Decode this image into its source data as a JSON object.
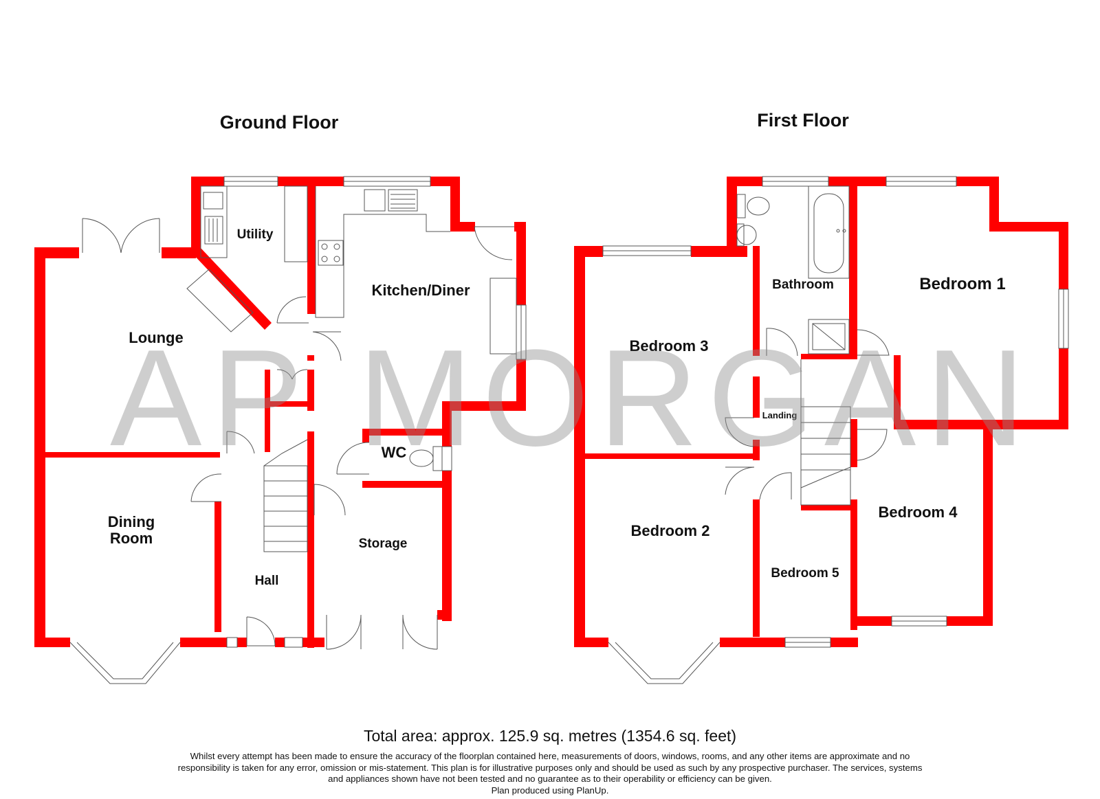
{
  "floors": {
    "ground": {
      "title": "Ground Floor"
    },
    "first": {
      "title": "First Floor"
    }
  },
  "rooms": {
    "lounge": "Lounge",
    "utility": "Utility",
    "kitchen": "Kitchen/Diner",
    "dining_line1": "Dining",
    "dining_line2": "Room",
    "hall": "Hall",
    "wc": "WC",
    "storage": "Storage",
    "bathroom": "Bathroom",
    "bedroom1": "Bedroom 1",
    "bedroom2": "Bedroom 2",
    "bedroom3": "Bedroom 3",
    "bedroom4": "Bedroom 4",
    "bedroom5": "Bedroom 5",
    "landing": "Landing"
  },
  "watermark": "AP MORGAN",
  "footer": {
    "total_area": "Total area: approx. 125.9 sq. metres (1354.6 sq. feet)",
    "disclaimer": "Whilst every attempt has been made to ensure the accuracy of the floorplan contained here, measurements of doors, windows, rooms, and any other items are approximate and no responsibility is taken for any error, omission or mis-statement. This plan is for illustrative purposes only and should be used as such by any prospective purchaser. The services, systems and appliances shown have not been tested and no guarantee as to their operability or efficiency can be given.",
    "credit": "Plan produced using PlanUp."
  },
  "colors": {
    "wall": "#ff0000",
    "watermark": "#8c8c8c",
    "background": "#ffffff"
  }
}
